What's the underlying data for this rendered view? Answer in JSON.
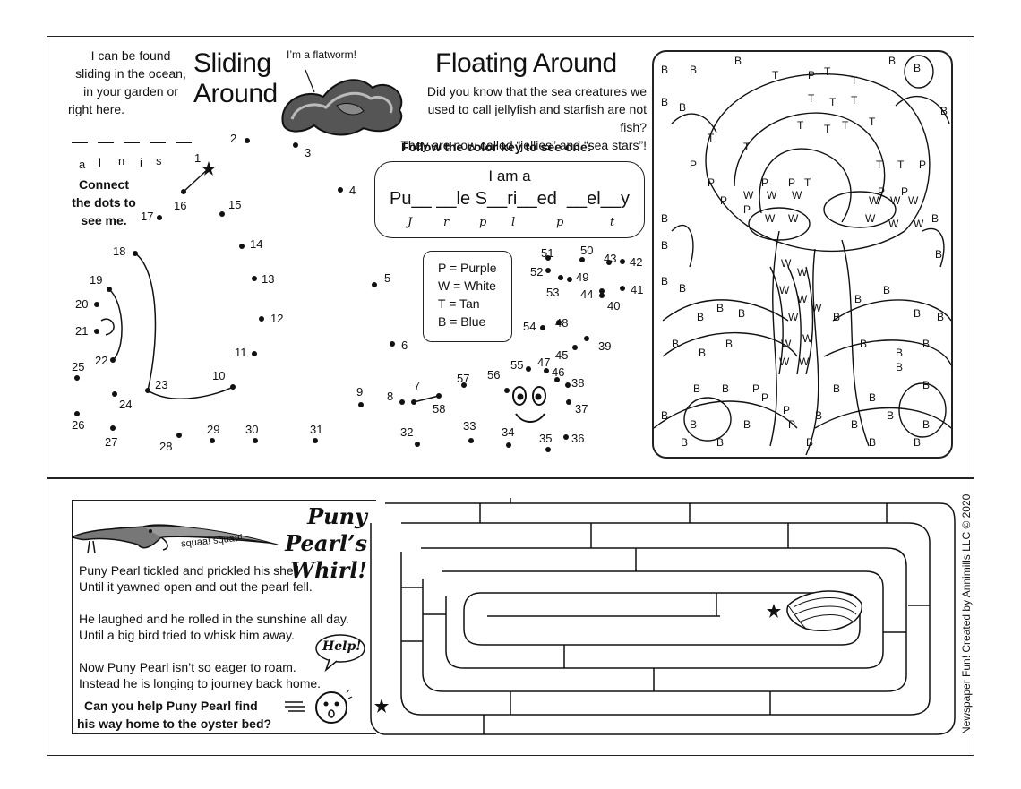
{
  "top": {
    "riddle_lines": [
      "I can be found",
      "sliding in the ocean,",
      "in your garden or",
      "right here."
    ],
    "sliding_title_lines": [
      "Sliding",
      "Around"
    ],
    "flatworm_speech": "I’m a flatworm!",
    "scramble_letters": [
      "a",
      "l",
      "n",
      "i",
      "s"
    ],
    "connect_lines": [
      "Connect",
      "the dots to",
      "see me."
    ],
    "floating_title": "Floating Around",
    "floating_text_lines": [
      "Did you know that the sea creatures we",
      "used to call jellyfish and starfish are not fish?",
      "They are now called “jellies” and “sea stars”!"
    ],
    "follow_key": "Follow the color key to see one:",
    "answer_heading": "I am a",
    "answer_template": "Pu__ __le S__ri__ed  __el__y",
    "answer_hint_letters": [
      "J",
      "r",
      "p",
      "l",
      "p",
      "t"
    ],
    "color_key": [
      "P = Purple",
      "W = White",
      "T = Tan",
      "B = Blue"
    ],
    "dots": [
      {
        "n": "1"
      },
      {
        "n": "2"
      },
      {
        "n": "3"
      },
      {
        "n": "4"
      },
      {
        "n": "5"
      },
      {
        "n": "6"
      },
      {
        "n": "7"
      },
      {
        "n": "8"
      },
      {
        "n": "9"
      },
      {
        "n": "10"
      },
      {
        "n": "11"
      },
      {
        "n": "12"
      },
      {
        "n": "13"
      },
      {
        "n": "14"
      },
      {
        "n": "15"
      },
      {
        "n": "16"
      },
      {
        "n": "17"
      },
      {
        "n": "18"
      },
      {
        "n": "19"
      },
      {
        "n": "20"
      },
      {
        "n": "21"
      },
      {
        "n": "22"
      },
      {
        "n": "23"
      },
      {
        "n": "24"
      },
      {
        "n": "25"
      },
      {
        "n": "26"
      },
      {
        "n": "27"
      },
      {
        "n": "28"
      },
      {
        "n": "29"
      },
      {
        "n": "30"
      },
      {
        "n": "31"
      },
      {
        "n": "32"
      },
      {
        "n": "33"
      },
      {
        "n": "34"
      },
      {
        "n": "35"
      },
      {
        "n": "36"
      },
      {
        "n": "37"
      },
      {
        "n": "38"
      },
      {
        "n": "39"
      },
      {
        "n": "40"
      },
      {
        "n": "41"
      },
      {
        "n": "42"
      },
      {
        "n": "43"
      },
      {
        "n": "44"
      },
      {
        "n": "45"
      },
      {
        "n": "46"
      },
      {
        "n": "47"
      },
      {
        "n": "48"
      },
      {
        "n": "49"
      },
      {
        "n": "50"
      },
      {
        "n": "51"
      },
      {
        "n": "52"
      },
      {
        "n": "53"
      },
      {
        "n": "54"
      },
      {
        "n": "55"
      },
      {
        "n": "56"
      },
      {
        "n": "57"
      },
      {
        "n": "58"
      }
    ],
    "coloring_letters": [
      "B",
      "P",
      "T",
      "W"
    ]
  },
  "bottom": {
    "title_lines": [
      "Puny Pearl’s",
      "Whirl!"
    ],
    "bird_sound": "squaa! squaa!",
    "poem_lines": [
      "Puny Pearl tickled and prickled his shell",
      "Until it yawned open and out the pearl fell.",
      "",
      "He laughed and he rolled in the sunshine all day.",
      "Until a big bird tried to whisk him away.",
      "",
      "Now Puny Pearl isn’t so eager to roam.",
      "Instead he is longing to journey back home."
    ],
    "help_speech": "Help!",
    "question_lines": [
      "Can you help Puny Pearl find",
      "his way home to the oyster bed?"
    ],
    "credit": "Newspaper Fun! Created by Annimills LLC © 2020"
  }
}
